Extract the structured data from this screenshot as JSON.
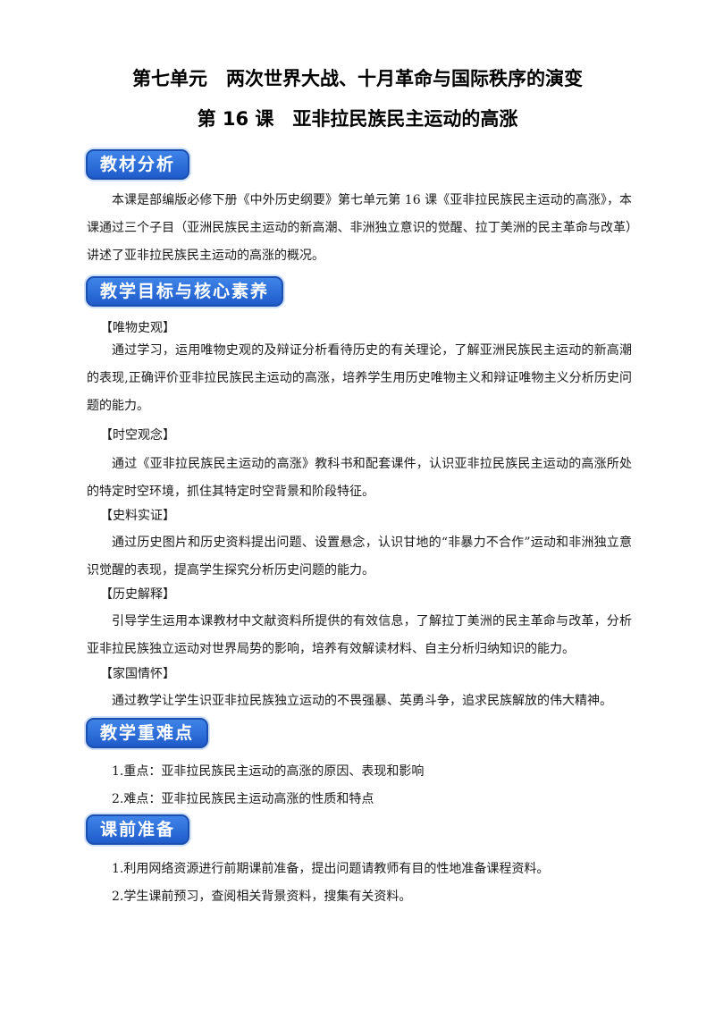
{
  "header": {
    "unit_title": "第七单元　两次世界大战、十月革命与国际秩序的演变",
    "lesson_title": "第 16 课　亚非拉民族民主运动的高涨"
  },
  "sections": {
    "analysis": {
      "badge": "教材分析",
      "text": "本课是部编版必修下册《中外历史纲要》第七单元第 16 课《亚非拉民族民主运动的高涨》，本课通过三个子目（亚洲民族民主运动的新高潮、非洲独立意识的觉醒、拉丁美洲的民主革命与改革）讲述了亚非拉民族民主运动的高涨的概况。"
    },
    "goals": {
      "badge": "教学目标与核心素养",
      "items": [
        {
          "label": "【唯物史观】",
          "text": "通过学习，运用唯物史观的及辩证分析看待历史的有关理论，了解亚洲民族民主运动的新高潮的表现,正确评价亚非拉民族民主运动的高涨，培养学生用历史唯物主义和辩证唯物主义分析历史问题的能力。"
        },
        {
          "label": "【时空观念】",
          "text": "通过《亚非拉民族民主运动的高涨》教科书和配套课件，认识亚非拉民族民主运动的高涨所处的特定时空环境，抓住其特定时空背景和阶段特征。"
        },
        {
          "label": "【史料实证】",
          "text": "通过历史图片和历史资料提出问题、设置悬念，认识甘地的“非暴力不合作”运动和非洲独立意识觉醒的表现，提高学生探究分析历史问题的能力。"
        },
        {
          "label": "【历史解释】",
          "text": "引导学生运用本课教材中文献资料所提供的有效信息，了解拉丁美洲的民主革命与改革，分析亚非拉民族独立运动对世界局势的影响，培养有效解读材料、自主分析归纳知识的能力。"
        },
        {
          "label": "【家国情怀】",
          "text": "通过教学让学生识亚非拉民族独立运动的不畏强暴、英勇斗争，追求民族解放的伟大精神。"
        }
      ]
    },
    "difficulties": {
      "badge": "教学重难点",
      "items": [
        "1.重点：亚非拉民族民主运动的高涨的原因、表现和影响",
        "2.难点：亚非拉民族民主运动高涨的性质和特点"
      ]
    },
    "preparation": {
      "badge": "课前准备",
      "items": [
        "1.利用网络资源进行前期课前准备，提出问题请教师有目的性地准备课程资料。",
        "2.学生课前预习，查阅相关背景资料，搜集有关资料。"
      ]
    }
  }
}
